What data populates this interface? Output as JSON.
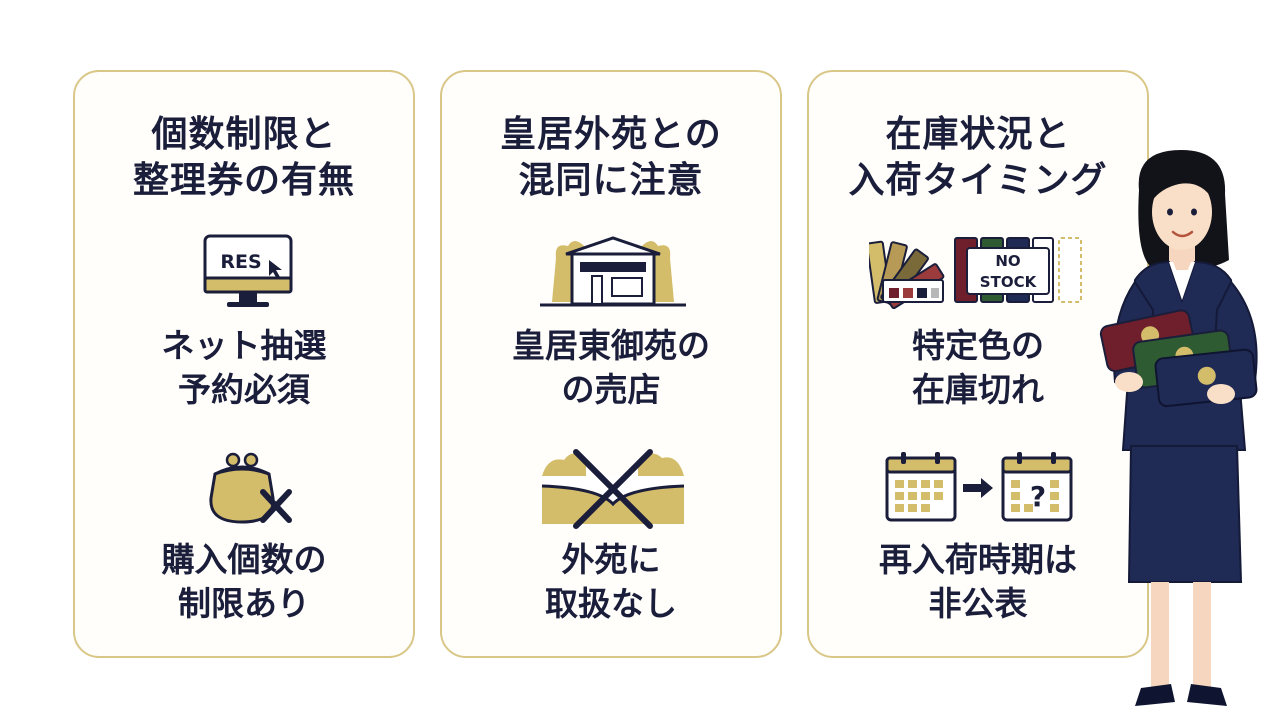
{
  "cards": [
    {
      "title": "個数制限と\n整理券の有無",
      "items": [
        {
          "icon": "computer-monitor-icon",
          "icon_text": "RES",
          "label": "ネット抽選\n予約必須"
        },
        {
          "icon": "coin-purse-crossed-icon",
          "label": "購入個数の\n制限あり"
        }
      ]
    },
    {
      "title": "皇居外苑との\n混同に注意",
      "items": [
        {
          "icon": "shop-building-icon",
          "label": "皇居東御苑の\nの売店"
        },
        {
          "icon": "outer-garden-crossed-icon",
          "label": "外苑に\n取扱なし"
        }
      ]
    },
    {
      "title": "在庫状況と\n入荷タイミング",
      "items": [
        {
          "icon": "color-swatch-no-stock-icon",
          "icon_text": "NO\nSTOCK",
          "label": "特定色の\n在庫切れ"
        },
        {
          "icon": "calendar-arrow-question-icon",
          "icon_text": "?",
          "label": "再入荷時期は\n非公表"
        }
      ]
    }
  ],
  "colors": {
    "card_border": "#d9c788",
    "gold": "#d4bd6a",
    "navy": "#1b1e3a",
    "suit": "#1f2a55",
    "burgundy": "#6e1f2b",
    "green": "#2e5b32"
  },
  "person_icon": "woman-in-suit-holding-pouches-icon"
}
